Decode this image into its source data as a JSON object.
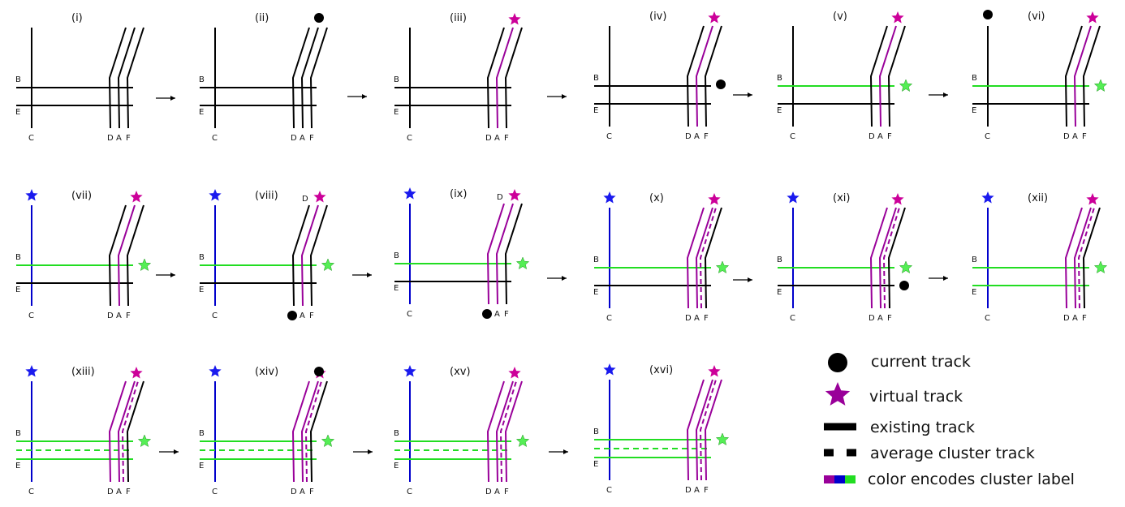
{
  "panels": [
    {
      "id": "i",
      "label": "(i)",
      "track_labels": {
        "B": "B",
        "E": "E",
        "C": "C",
        "D": "D",
        "A": "A",
        "F": "F"
      },
      "symbols": []
    },
    {
      "id": "ii",
      "label": "(ii)",
      "track_labels": {
        "B": "B",
        "E": "E",
        "C": "C",
        "D": "D",
        "A": "A",
        "F": "F"
      },
      "symbols": [
        "current track at F top"
      ]
    },
    {
      "id": "iii",
      "label": "(iii)",
      "track_labels": {
        "B": "B",
        "E": "E",
        "C": "C",
        "D": "D",
        "A": "A",
        "F": "F"
      },
      "symbols": [
        "virtual track (purple) at A"
      ]
    },
    {
      "id": "iv",
      "label": "(iv)",
      "track_labels": {
        "B": "B",
        "E": "E",
        "C": "C",
        "D": "D",
        "A": "A",
        "F": "F"
      },
      "symbols": [
        "virtual track (purple)",
        "current track at B end"
      ]
    },
    {
      "id": "v",
      "label": "(v)",
      "track_labels": {
        "B": "B",
        "E": "E",
        "C": "C",
        "D": "D",
        "A": "A",
        "F": "F"
      },
      "symbols": [
        "virtual track (purple)",
        "virtual track (green) at B"
      ]
    },
    {
      "id": "vi",
      "label": "(vi)",
      "track_labels": {
        "B": "B",
        "E": "E",
        "C": "C",
        "D": "D",
        "A": "A",
        "F": "F"
      },
      "symbols": [
        "current track at C top",
        "virtual track (purple)",
        "virtual track (green)"
      ]
    },
    {
      "id": "vii",
      "label": "(vii)",
      "track_labels": {
        "B": "B",
        "E": "E",
        "C": "C",
        "D": "D",
        "A": "A",
        "F": "F"
      },
      "symbols": [
        "virtual track (blue) at C",
        "virtual track (purple)",
        "virtual track (green)"
      ]
    },
    {
      "id": "viii",
      "label": "(viii)",
      "track_labels": {
        "B": "B",
        "E": "E",
        "C": "C",
        "D": "D",
        "A": "A",
        "F": "F"
      },
      "symbols": [
        "current track at D bottom"
      ]
    },
    {
      "id": "ix",
      "label": "(ix)",
      "track_labels": {
        "B": "B",
        "E": "E",
        "C": "C",
        "D": "D",
        "A": "A",
        "F": "F"
      },
      "symbols": [
        "current track at D bottom"
      ]
    },
    {
      "id": "x",
      "label": "(x)",
      "track_labels": {
        "B": "B",
        "E": "E",
        "C": "C",
        "D": "D",
        "A": "A",
        "F": "F"
      },
      "symbols": []
    },
    {
      "id": "xi",
      "label": "(xi)",
      "track_labels": {
        "B": "B",
        "E": "E",
        "C": "C",
        "D": "D",
        "A": "A",
        "F": "F"
      },
      "symbols": [
        "current track at E end"
      ]
    },
    {
      "id": "xii",
      "label": "(xii)",
      "track_labels": {
        "B": "B",
        "E": "E",
        "C": "C",
        "D": "D",
        "A": "A",
        "F": "F"
      },
      "symbols": []
    },
    {
      "id": "xiii",
      "label": "(xiii)",
      "track_labels": {
        "B": "B",
        "E": "E",
        "C": "C",
        "D": "D",
        "A": "A",
        "F": "F"
      },
      "symbols": []
    },
    {
      "id": "xiv",
      "label": "(xiv)",
      "track_labels": {
        "B": "B",
        "E": "E",
        "C": "C",
        "D": "D",
        "A": "A",
        "F": "F"
      },
      "symbols": [
        "current track at F top"
      ]
    },
    {
      "id": "xv",
      "label": "(xv)",
      "track_labels": {
        "B": "B",
        "E": "E",
        "C": "C",
        "D": "D",
        "A": "A",
        "F": "F"
      },
      "symbols": []
    },
    {
      "id": "xvi",
      "label": "(xvi)",
      "track_labels": {
        "B": "B",
        "E": "E",
        "C": "C",
        "D": "D",
        "A": "A",
        "F": "F"
      },
      "symbols": []
    }
  ],
  "legend": {
    "current_track": "current track",
    "virtual_track": "virtual track",
    "existing_track": "existing track",
    "average_cluster_track": "average cluster track",
    "color_encodes": "color encodes cluster label"
  },
  "colors": {
    "existing": "#000000",
    "purple": "#990099",
    "magenta_star": "#cc0099",
    "blue": "#0000cc",
    "blue_star": "#1a1aee",
    "green": "#22dd22",
    "green_star": "#55ee55"
  }
}
